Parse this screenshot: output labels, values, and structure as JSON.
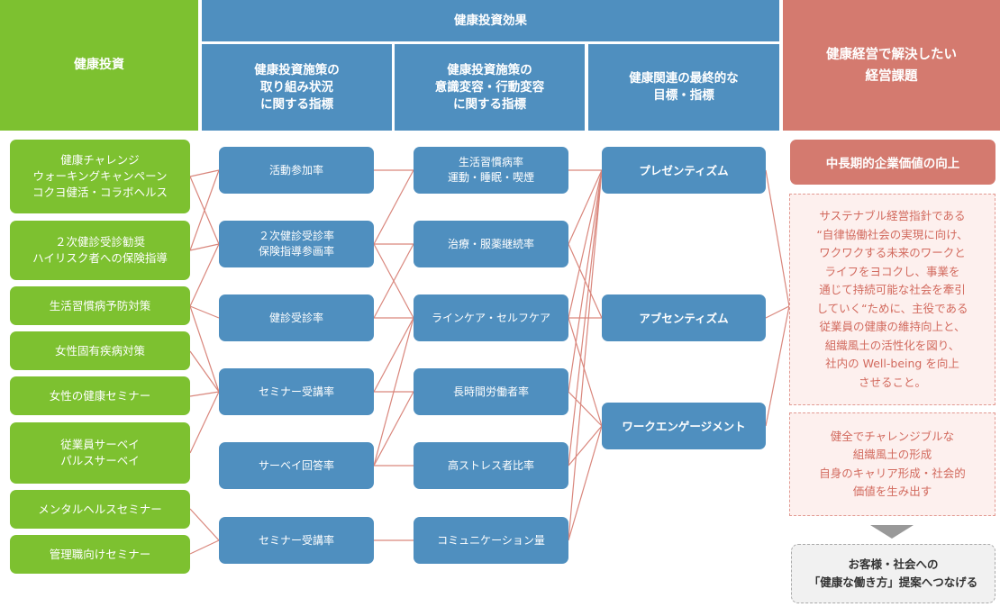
{
  "headers": {
    "investment": "健康投資",
    "effects": "健康投資効果",
    "effects_sub": [
      "健康投資施策の\n取り組み状況\nに関する指標",
      "健康投資施策の\n意識変容・行動変容\nに関する指標",
      "健康関連の最終的な\n目標・指標"
    ],
    "issues": "健康経営で解決したい\n経営課題"
  },
  "investments": [
    "健康チャレンジ\nウォーキングキャンペーン\nコクヨ健活・コラボヘルス",
    "２次健診受診勧奨\nハイリスク者への保険指導",
    "生活習慣病予防対策",
    "女性固有疾病対策",
    "女性の健康セミナー",
    "従業員サーベイ\nパルスサーベイ",
    "メンタルヘルスセミナー",
    "管理職向けセミナー"
  ],
  "activity_indicators": [
    "活動参加率",
    "２次健診受診率\n保険指導参画率",
    "健診受診率",
    "セミナー受講率",
    "サーベイ回答率",
    "セミナー受講率"
  ],
  "behavior_indicators": [
    "生活習慣病率\n運動・睡眠・喫煙",
    "治療・服薬継続率",
    "ラインケア・セルフケア",
    "長時間労働者率",
    "高ストレス者比率",
    "コミュニケーション量"
  ],
  "final_indicators": [
    "プレゼンティズム",
    "アブセンティズム",
    "ワークエンゲージメント"
  ],
  "issues": {
    "title": "中長期的企業価値の向上",
    "policy_text": "サステナブル経営指針である\n“自律協働社会の実現に向け、\nワクワクする未来のワークと\nライフをヨコクし、事業を\n通じて持続可能な社会を牽引\nしていく“ために、主役である\n従業員の健康の維持向上と、\n組織風土の活性化を図り、\n社内の Well-being を向上\nさせること。",
    "culture_text": "健全でチャレンジブルな\n組織風土の形成\n自身のキャリア形成・社会的\n価値を生み出す",
    "outcome_text": "お客様・社会への\n「健康な働き方」提案へつなげる"
  },
  "colors": {
    "green": "#7dc130",
    "blue": "#4f8fbf",
    "red": "#d47a6f",
    "connector": "#d9867c"
  }
}
